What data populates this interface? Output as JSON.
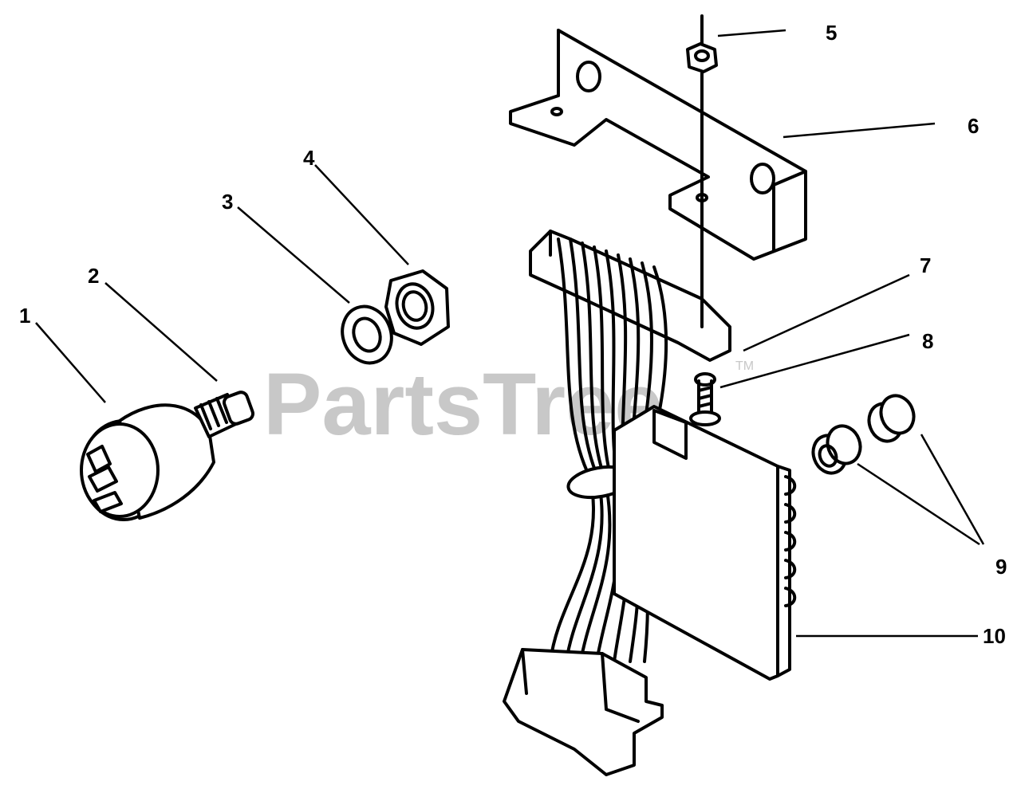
{
  "watermark": {
    "text": "PartsTree",
    "tm": "TM"
  },
  "callouts": [
    {
      "number": "1"
    },
    {
      "number": "2"
    },
    {
      "number": "3"
    },
    {
      "number": "4"
    },
    {
      "number": "5"
    },
    {
      "number": "6"
    },
    {
      "number": "7"
    },
    {
      "number": "8"
    },
    {
      "number": "9"
    },
    {
      "number": "10"
    }
  ]
}
